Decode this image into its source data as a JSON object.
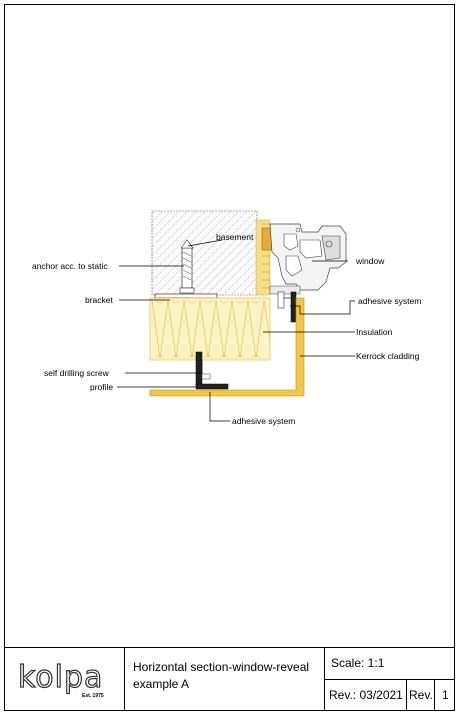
{
  "labels": {
    "basement": "basement",
    "anchor": "anchor acc. to static",
    "window": "window",
    "bracket": "bracket",
    "adhesive_top": "adhesive system",
    "insulation": "Insulation",
    "kerrock": "Kerrock cladding",
    "screw": "self drilling screw",
    "profile": "profile",
    "adhesive_bottom": "adhesive system"
  },
  "titleblock": {
    "logo_text": "kolpa",
    "logo_est": "Est. 1975",
    "title_line1": "Horizontal section-window-reveal",
    "title_line2": "example A",
    "scale": "Scale: 1:1",
    "rev_date_label": "Rev.:",
    "rev_date": "03/2021",
    "rev_label": "Rev.",
    "rev_number": "1"
  },
  "colors": {
    "insulation_fill": "#fdf3c4",
    "insulation_stroke": "#e3c24a",
    "cladding": "#f2c744",
    "concrete_hatch": "#9a9a9a",
    "bracket_red": "#d23a3a"
  }
}
